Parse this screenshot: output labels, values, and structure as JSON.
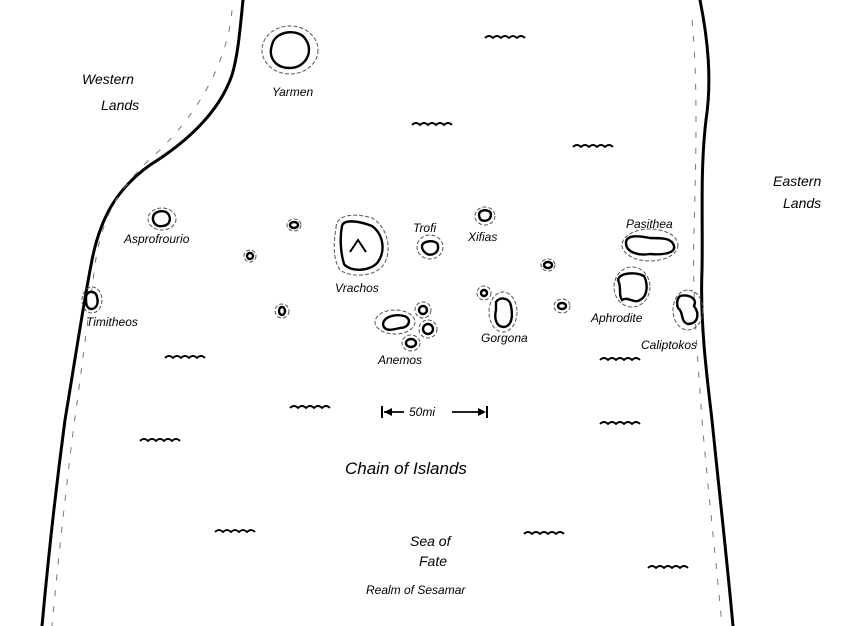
{
  "regions": {
    "western_lands": [
      "Western",
      "Lands"
    ],
    "eastern_lands": [
      "Eastern",
      "Lands"
    ]
  },
  "islands": {
    "yarmen": "Yarmen",
    "asprofrourio": "Asprofrourio",
    "timitheos": "Timitheos",
    "vrachos": "Vrachos",
    "trofi": "Trofi",
    "xifias": "Xifias",
    "pasithea": "Pasithea",
    "aphrodite": "Aphrodite",
    "caliptokos": "Caliptokos",
    "gorgona": "Gorgona",
    "anemos": "Anemos"
  },
  "scale": {
    "label": "50mi"
  },
  "titles": {
    "chain": "Chain of Islands",
    "sea": [
      "Sea of",
      "Fate"
    ],
    "realm": "Realm of Sesamar"
  }
}
